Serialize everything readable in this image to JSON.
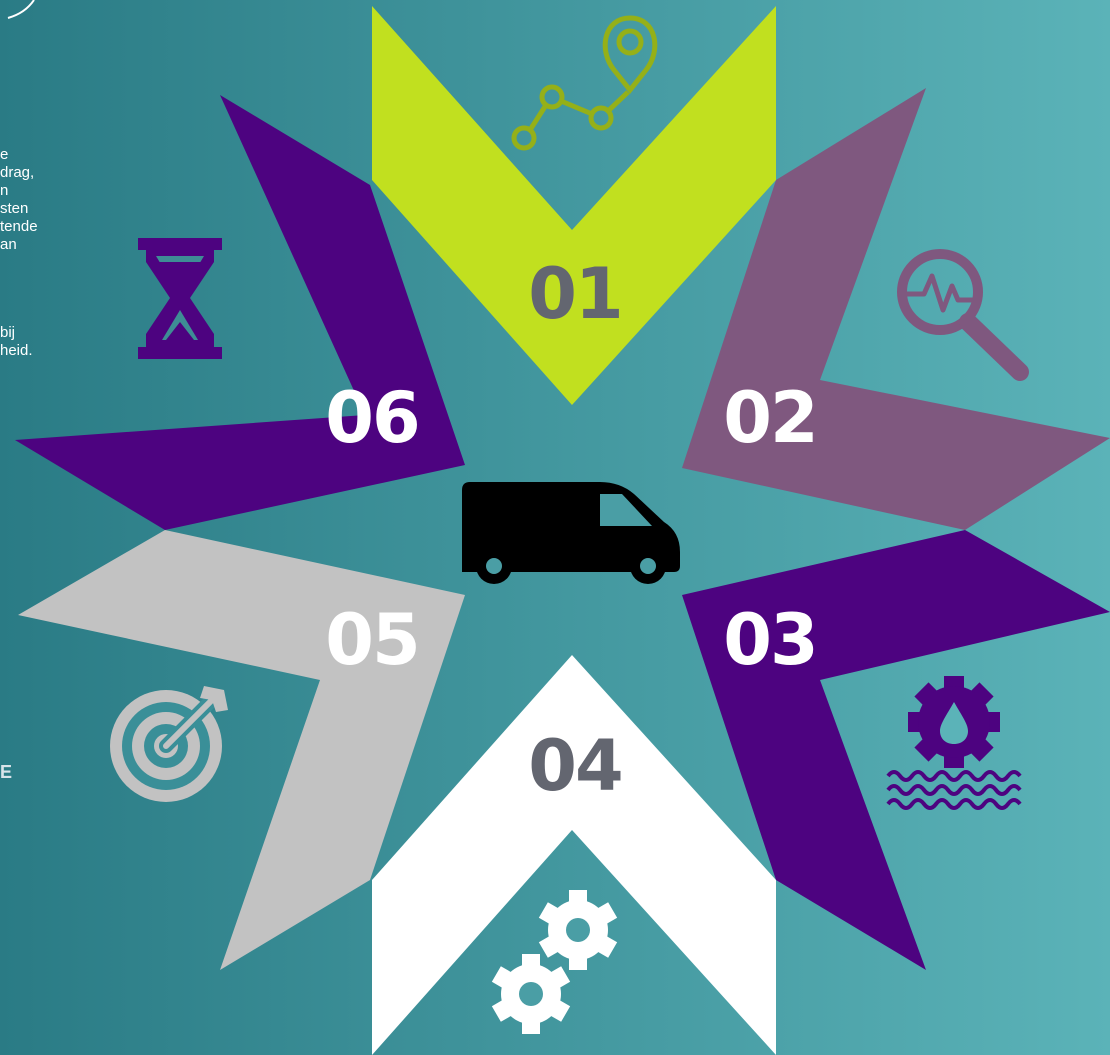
{
  "colors": {
    "background_left": "#2a7b85",
    "background_right": "#5bb3b8",
    "lime": "#c1e01f",
    "mauve": "#7f587f",
    "purple": "#4d0380",
    "white": "#ffffff",
    "gray": "#c2c2c2",
    "dark_gray": "#636670",
    "black": "#000000"
  },
  "left_panel_text_fragments": [
    "e",
    "drag,",
    "n",
    "sten",
    "tende",
    "an",
    "bij",
    "heid."
  ],
  "left_edge_mark": "E",
  "segments": [
    {
      "number": "01",
      "color": "lime",
      "icon": "route-pin-icon"
    },
    {
      "number": "02",
      "color": "mauve",
      "icon": "magnifier-pulse-icon"
    },
    {
      "number": "03",
      "color": "purple",
      "icon": "gear-water-icon"
    },
    {
      "number": "04",
      "color": "white",
      "icon": "gears-icon"
    },
    {
      "number": "05",
      "color": "gray",
      "icon": "target-arrow-icon"
    },
    {
      "number": "06",
      "color": "purple",
      "icon": "hourglass-icon"
    }
  ],
  "center_icon": "van-icon"
}
